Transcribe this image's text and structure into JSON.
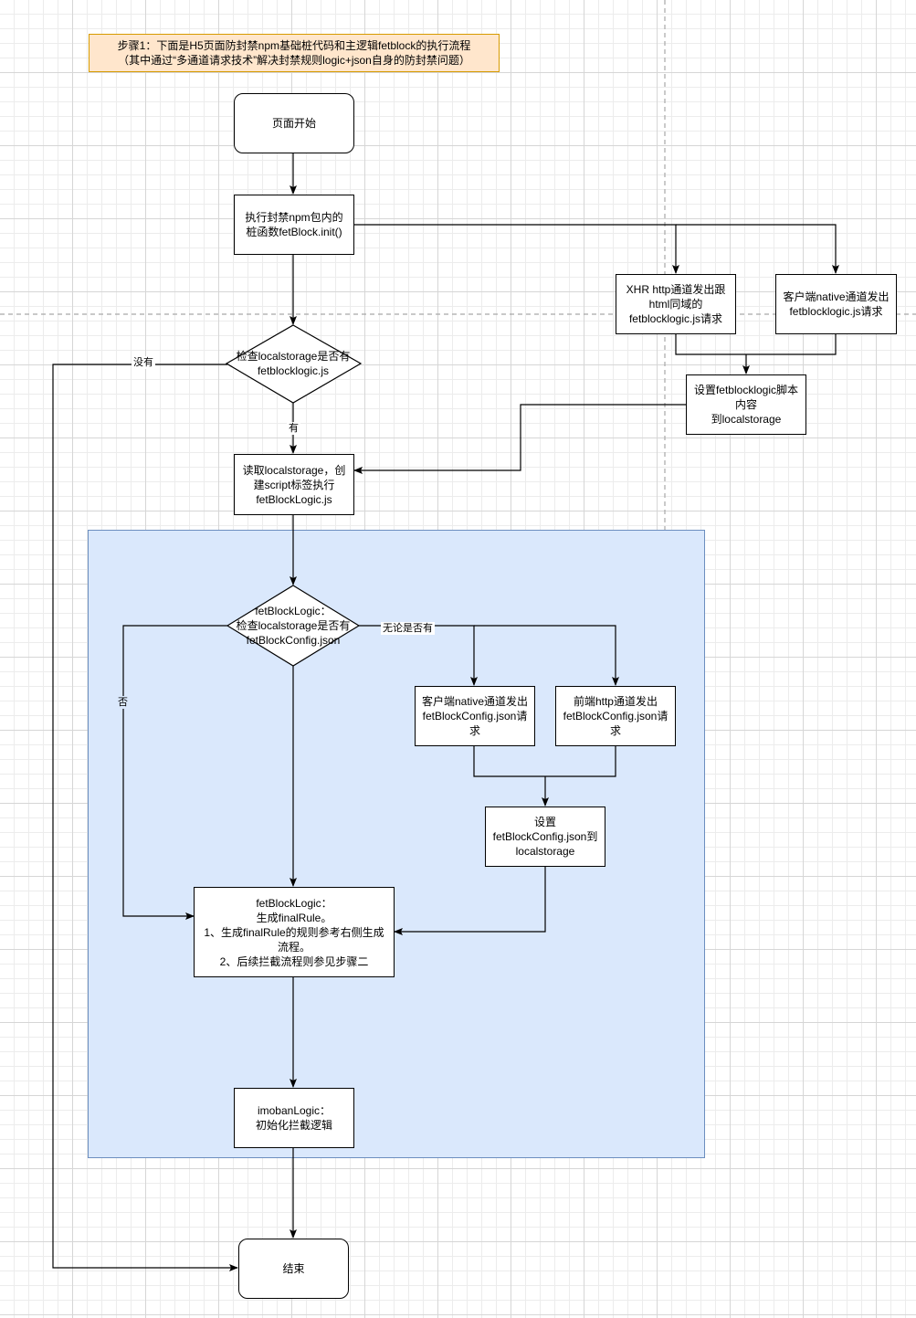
{
  "note": {
    "text": "步骤1：下面是H5页面防封禁npm基础桩代码和主逻辑fetblock的执行流程\n（其中通过“多通道请求技术”解决封禁规则logic+json自身的防封禁问题）"
  },
  "nodes": {
    "start": "页面开始",
    "init": "执行封禁npm包内的\n桩函数fetBlock.init()",
    "xhr_request": "XHR http通道发出跟\nhtml同域的\nfetblocklogic.js请求",
    "native_request": "客户端native通道发出\nfetblocklogic.js请求",
    "set_logic": "设置fetblocklogic脚本\n内容\n到localstorage",
    "check_logic": "检查localstorage是否有\nfetblocklogic.js",
    "read_logic": "读取localstorage，创\n建script标签执行\nfetBlockLogic.js",
    "check_config": "fetBlockLogic：\n检查localstorage是否有\nfetBlockConfig.json",
    "native_config": "客户端native通道发出\nfetBlockConfig.json请\n求",
    "http_config": "前端http通道发出\nfetBlockConfig.json请\n求",
    "set_config": "设置\nfetBlockConfig.json到\nlocalstorage",
    "final_rule": "fetBlockLogic：\n生成finalRule。\n1、生成finalRule的规则参考右侧生成\n流程。\n2、后续拦截流程则参见步骤二",
    "imoban": "imobanLogic：\n初始化拦截逻辑",
    "end": "结束"
  },
  "edge_labels": {
    "no_logic": "没有",
    "has_logic": "有",
    "no_config": "否",
    "either": "无论是否有"
  },
  "colors": {
    "group_fill": "#dae8fc",
    "group_border": "#6c8ebf",
    "note_fill": "#ffe6cc",
    "note_border": "#d79b00"
  }
}
